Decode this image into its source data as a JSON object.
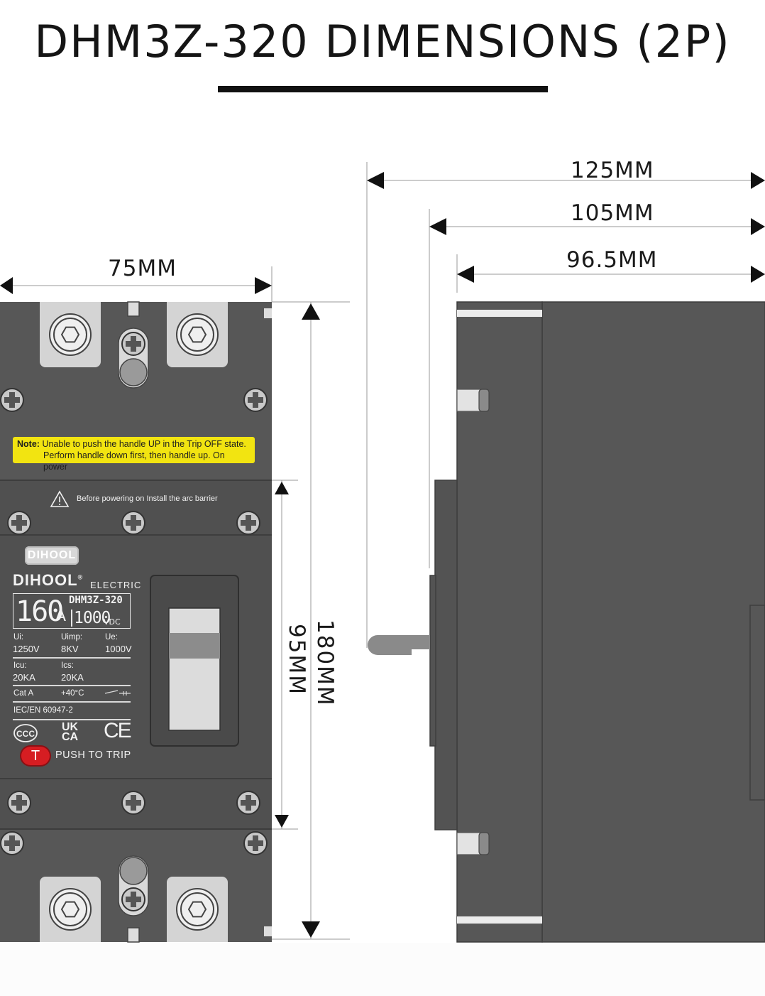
{
  "title": "DHM3Z-320 DIMENSIONS (2P)",
  "dimensions": {
    "width_front": "75MM",
    "depth_total": "125MM",
    "depth_handle": "105MM",
    "depth_body": "96.5MM",
    "height_total": "180MM",
    "height_cover": "95MM"
  },
  "note": {
    "label": "Note:",
    "line1": "Unable to push the handle UP in the Trip OFF state.",
    "line2": "Perform handle down first, then handle up. On power"
  },
  "arc_warning": "Before powering on Install the arc barrier",
  "brand": {
    "logo": "DIHOOL",
    "name": "DIHOOL",
    "registered": "®",
    "sub": "ELECTRIC"
  },
  "rating": {
    "current": "160",
    "current_unit": "A",
    "model": "DHM3Z-320",
    "voltage": "1000",
    "voltage_unit": "VDC"
  },
  "specs": {
    "ui_label": "Ui:",
    "ui_value": "1250V",
    "uimp_label": "Uimp:",
    "uimp_value": "8KV",
    "ue_label": "Ue:",
    "ue_value": "1000V",
    "icu_label": "Icu:",
    "icu_value": "20KA",
    "ics_label": "Ics:",
    "ics_value": "20KA",
    "cat": "Cat A",
    "temp": "+40°C",
    "standard": "IEC/EN 60947-2"
  },
  "certs": {
    "ccc": "CCC",
    "ukca_top": "UK",
    "ukca_bottom": "CA",
    "ce": "CE"
  },
  "trip": {
    "button": "T",
    "label": "PUSH TO TRIP"
  },
  "colors": {
    "body": "#565656",
    "body_dark": "#4d4d4d",
    "terminal": "#d4d4d4",
    "note_bg": "#f2e411",
    "trip_red": "#d61d22",
    "dim_line": "#9a9a9a"
  }
}
